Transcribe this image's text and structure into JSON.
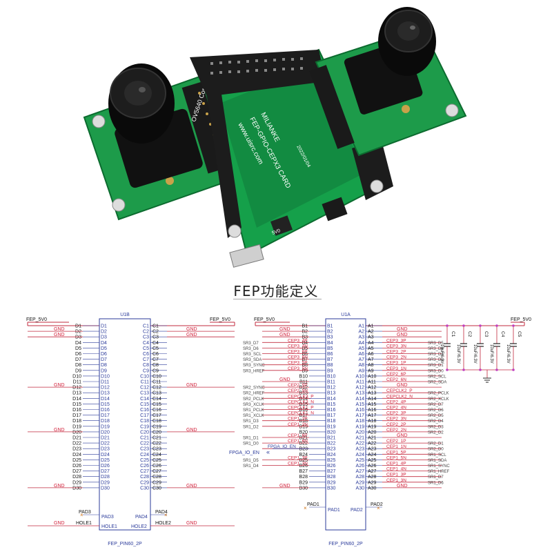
{
  "section_title": "FEP功能定义",
  "board": {
    "silk_lines": [
      "MILIANKE",
      "FEP-GPIO-CEPX3 CARD",
      "www.uisrc.com",
      "2022/01/04"
    ],
    "left_module_label": "OV5640 Core",
    "connector_label": "5V0"
  },
  "u1b": {
    "title": "U1B",
    "part": "FEP_PIN60_2P",
    "power_left": "FEP_5V0",
    "power_right": "FEP_5V0",
    "left_pins": [
      "D1",
      "D2",
      "D3",
      "D4",
      "D5",
      "D6",
      "D7",
      "D8",
      "D9",
      "D10",
      "D11",
      "D12",
      "D13",
      "D14",
      "D15",
      "D16",
      "D17",
      "D18",
      "D19",
      "D20",
      "D21",
      "D22",
      "D23",
      "D24",
      "D25",
      "D26",
      "D27",
      "D28",
      "D29",
      "D30"
    ],
    "right_pins": [
      "C1",
      "C2",
      "C3",
      "C4",
      "C5",
      "C6",
      "C7",
      "C8",
      "C9",
      "C10",
      "C11",
      "C12",
      "C13",
      "C14",
      "C15",
      "C16",
      "C17",
      "C18",
      "C19",
      "C20",
      "C21",
      "C22",
      "C23",
      "C24",
      "C25",
      "C26",
      "C27",
      "C28",
      "C29",
      "C30"
    ],
    "left_nets": [
      "",
      "GND",
      "GND",
      "",
      "",
      "",
      "",
      "",
      "",
      "",
      "",
      "GND",
      "",
      "",
      "",
      "",
      "",
      "",
      "",
      "GND",
      "",
      "",
      "",
      "",
      "",
      "",
      "",
      "",
      "",
      "GND"
    ],
    "right_nets": [
      "",
      "GND",
      "GND",
      "",
      "",
      "",
      "",
      "",
      "",
      "",
      "",
      "GND",
      "",
      "",
      "",
      "",
      "",
      "",
      "",
      "GND",
      "",
      "",
      "",
      "",
      "",
      "",
      "",
      "",
      "",
      "GND"
    ],
    "pad3": "PAD3",
    "pad4": "PAD4",
    "hole1": "HOLE1",
    "hole2": "HOLE2",
    "hole_net_left": "GND",
    "hole_net_right": "GND"
  },
  "u1a": {
    "title": "U1A",
    "part": "FEP_PIN60_2P",
    "power_left": "FEP_5V0",
    "power_right": "FEP_5V0",
    "left_pins": [
      "B1",
      "B2",
      "B3",
      "B4",
      "B5",
      "B6",
      "B7",
      "B8",
      "B9",
      "B10",
      "B11",
      "B12",
      "B13",
      "B14",
      "B15",
      "B16",
      "B17",
      "B18",
      "B19",
      "B20",
      "B21",
      "B22",
      "B23",
      "B24",
      "B25",
      "B26",
      "B27",
      "B28",
      "B29",
      "B30"
    ],
    "right_pins": [
      "A1",
      "A2",
      "A3",
      "A4",
      "A5",
      "A6",
      "A7",
      "A8",
      "A9",
      "A10",
      "A11",
      "A12",
      "A13",
      "A14",
      "A15",
      "A16",
      "A17",
      "A18",
      "A19",
      "A20",
      "A21",
      "A22",
      "A23",
      "A24",
      "A25",
      "A26",
      "A27",
      "A28",
      "A29",
      "A30"
    ],
    "left_nets": [
      "",
      "GND",
      "GND",
      "CEP3_4P",
      "CEP3_4N",
      "CEP3_6P",
      "CEP3_6N",
      "CEP3_5P",
      "CEP3_5N",
      "",
      "GND",
      "CEP2_5P",
      "CEP2_5N",
      "CEPCLK3_P",
      "CEPCLK3_N",
      "CEPCLK1_P",
      "CEPCLK1_N",
      "CEP1_2P",
      "CEP1_2N",
      "",
      "CEP1_6P",
      "CEP1_6N",
      "FPGA_IO_EN",
      "",
      "CEP1_3P",
      "CEP1_3N",
      "",
      "",
      "",
      "GND"
    ],
    "right_nets": [
      "",
      "GND",
      "GND",
      "CEP3_3P",
      "CEP3_3N",
      "CEP3_2P",
      "CEP3_2N",
      "CEP3_1P",
      "CEP3_1N",
      "CEP2_6P",
      "CEP2_6N",
      "GND",
      "CEPCLK2_P",
      "CEPCLK2_N",
      "CEP2_4P",
      "CEP2_4N",
      "CEP2_3P",
      "CEP2_3N",
      "CEP2_2P",
      "CEP2_2N",
      "GND",
      "CEP2_1P",
      "CEP1_1N",
      "CEP1_5P",
      "CEP1_5N",
      "CEP1_4P",
      "CEP1_4N",
      "CEP1_3P",
      "CEP1_3N",
      "GND"
    ],
    "left_sigs": [
      "",
      "",
      "",
      "SR3_D7",
      "SR3_D6",
      "SR3_SCL",
      "SR3_SDA",
      "SR3_SYNC",
      "SR3_HREF",
      "",
      "",
      "SR2_SYNC",
      "SR2_HREF",
      "SR2_PCLK",
      "SR3_XCLK",
      "SR1_PCLK",
      "SR1_XCLK",
      "SR1_D3",
      "SR1_D2",
      "",
      "SR1_D1",
      "SR1_D0",
      "",
      "",
      "SR1_D5",
      "SR1_D4",
      "",
      "",
      "",
      ""
    ],
    "right_sigs": [
      "",
      "",
      "",
      "SR3_D5",
      "SR3_D4",
      "SR3_D3",
      "SR3_D2",
      "SR3_D1",
      "SR3_D0",
      "SR2_SCL",
      "SR2_SDA",
      "",
      "SR2_PCLK",
      "SR2_XCLK",
      "SR2_D7",
      "SR2_D6",
      "SR2_D5",
      "SR2_D4",
      "SR2_D3",
      "SR2_D2",
      "",
      "SR2_D1",
      "SR2_D0",
      "SR1_SCL",
      "SR1_SDA",
      "SR1_SYNC",
      "SR1_HREF",
      "SR1_D7",
      "SR1_D6",
      ""
    ],
    "pad1": "PAD1",
    "pad2": "PAD2",
    "bottom_net_left": "GND",
    "bottom_net_right": "GND",
    "io_en_label": "FPGA_IO_EN"
  },
  "capacitors": [
    {
      "ref": "C1",
      "value": "10uF/6.3V"
    },
    {
      "ref": "C2",
      "value": "10uF/6.3V"
    },
    {
      "ref": "C3",
      "value": "10uF/6.3V"
    },
    {
      "ref": "C4",
      "value": "10uF/6.3V"
    },
    {
      "ref": "C5",
      "value": "10uF/6.3V"
    }
  ],
  "colors": {
    "wire": "#c0283c",
    "net_text": "#d2203a",
    "body": "#2a3a9a",
    "pin_text": "#111111",
    "pcb": "#18a24a",
    "pcb_dark": "#0f6e33",
    "header": "#1b1b1b",
    "junction": "#c040c0"
  }
}
